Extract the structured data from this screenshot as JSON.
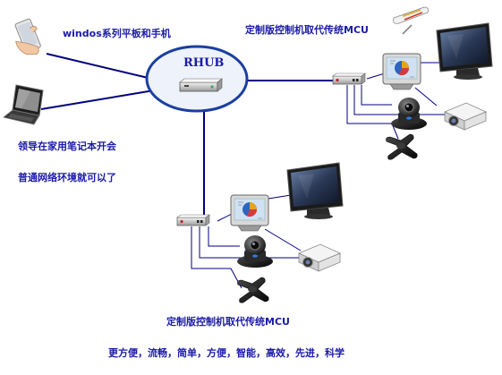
{
  "diagram": {
    "hub_label": "RHUB",
    "label_tablet_phone": "windos系列平板和手机",
    "label_mcu_top": "定制版控制机取代传统MCU",
    "label_laptop_1": "领导在家用笔记本开会",
    "label_laptop_2": "普通网络环境就可以了",
    "label_mcu_bottom": "定制版控制机取代传统MCU",
    "label_benefits": "更方便，流畅，简单，方便，智能，高效，先进，科学"
  },
  "colors": {
    "text": "#1a1aa8",
    "lines": "#000080",
    "hub_ellipse": "#1a3fa0",
    "hub_fill": "#eef2fb"
  },
  "icons": [
    "tablet-hand-icon",
    "laptop-icon",
    "hub-device-icon",
    "mini-pc-icon",
    "touch-panel-icon",
    "monitor-icon",
    "ptz-camera-icon",
    "projector-icon",
    "conference-mic-icon",
    "presenter-remote-icon"
  ]
}
